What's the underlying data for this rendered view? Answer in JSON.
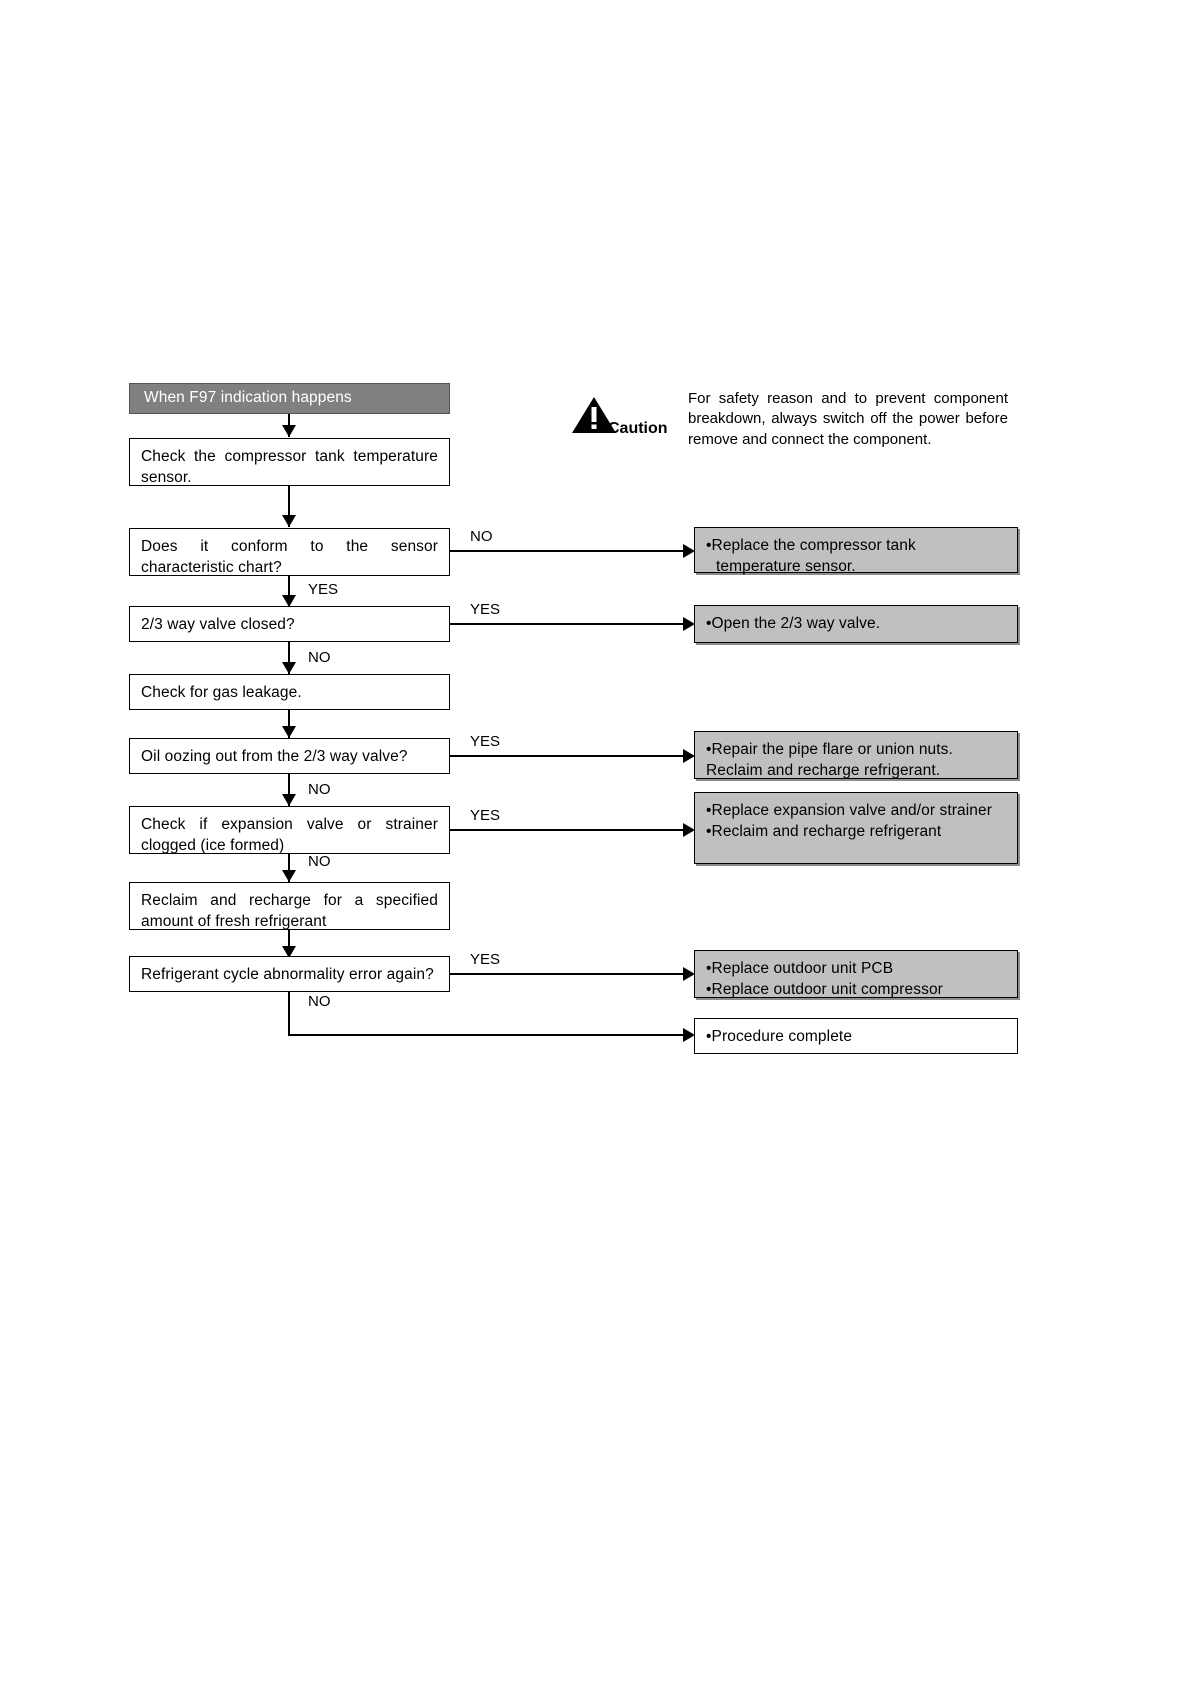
{
  "diagram": {
    "title": "F97 compressor tank temperature troubleshooting flowchart",
    "header": {
      "label": "When F97 indication happens",
      "bg_color": "#808080",
      "text_color": "#ffffff"
    },
    "caution": {
      "icon_name": "warning-triangle-icon",
      "word": "Caution",
      "text": "For safety reason and to prevent component breakdown, always switch off the power before remove and connect the component."
    },
    "process_steps": [
      {
        "id": "step1",
        "text": "Check the compressor tank temperature sensor."
      },
      {
        "id": "step2",
        "text": "Does it conform to the sensor characteristic chart?"
      },
      {
        "id": "step3",
        "text": "2/3 way valve closed?"
      },
      {
        "id": "step4",
        "text": "Check for gas leakage."
      },
      {
        "id": "step5",
        "text": "Oil oozing out from the 2/3 way valve?"
      },
      {
        "id": "step6",
        "text": "Check if expansion valve or strainer clogged (ice formed)"
      },
      {
        "id": "step7",
        "text": "Reclaim and recharge for a specified amount of fresh refrigerant"
      },
      {
        "id": "step8",
        "text": "Refrigerant cycle abnormality error again?"
      }
    ],
    "outcomes": [
      {
        "id": "outcome1",
        "lines": [
          "•Replace the compressor tank",
          "  temperature sensor."
        ],
        "style": "gray"
      },
      {
        "id": "outcome2",
        "lines": [
          "•Open the 2/3 way valve."
        ],
        "style": "gray"
      },
      {
        "id": "outcome3",
        "lines": [
          "•Repair the pipe flare or union nuts.",
          "Reclaim and recharge refrigerant."
        ],
        "style": "gray"
      },
      {
        "id": "outcome4",
        "lines": [
          "•Replace expansion valve and/or strainer",
          "•Reclaim and recharge refrigerant"
        ],
        "style": "gray"
      },
      {
        "id": "outcome5",
        "lines": [
          "•Replace outdoor unit PCB",
          "•Replace outdoor unit compressor"
        ],
        "style": "gray"
      },
      {
        "id": "outcome6",
        "lines": [
          "•Procedure complete"
        ],
        "style": "white"
      }
    ],
    "edge_labels": {
      "branch1_no": "NO",
      "branch1_yes": "YES",
      "branch2_yes": "YES",
      "branch2_no": "NO",
      "branch3_yes": "YES",
      "branch3_no": "NO",
      "branch4_yes": "YES",
      "branch4_no": "NO",
      "branch5_yes": "YES",
      "branch5_no": "NO"
    },
    "colors": {
      "header_gray": "#808080",
      "outcome_gray": "#c0c0c0",
      "line": "#000000",
      "page_bg": "#ffffff"
    }
  }
}
